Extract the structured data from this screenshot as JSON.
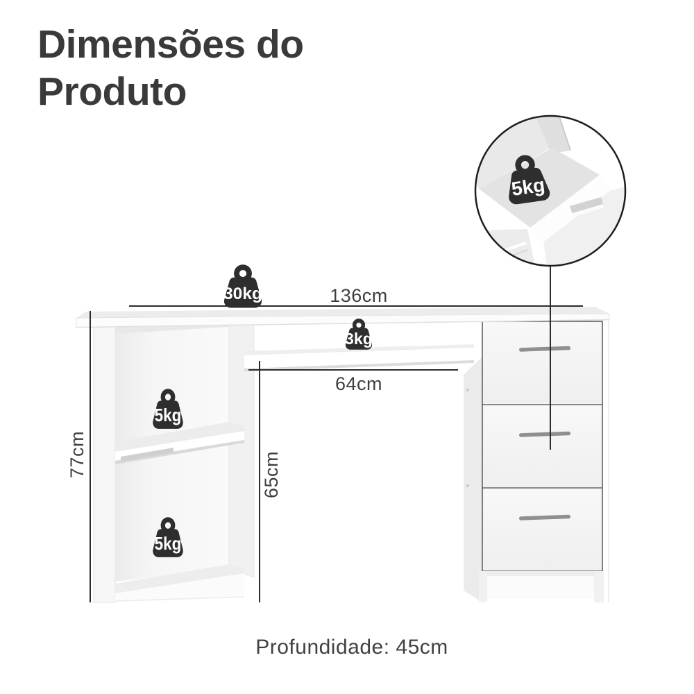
{
  "header": {
    "title": "Dimensões do Produto"
  },
  "diagram": {
    "dimensions": {
      "top_width": "136cm",
      "shelf_width": "64cm",
      "left_height": "77cm",
      "inner_height": "65cm",
      "depth": "Profundidade: 45cm"
    },
    "weight_capacities": {
      "desktop": "30kg",
      "keyboard_shelf": "3kg",
      "upper_shelf": "5kg",
      "lower_shelf": "5kg",
      "drawer": "5kg"
    }
  },
  "icons": {
    "weight": "kettlebell-weight-icon",
    "inset": "drawer-detail-magnifier-circle"
  },
  "colors": {
    "weight_icon": "#2e2e2e",
    "dimension_line": "#2b2b2b",
    "text": "#3a3a3a",
    "furniture": "#ffffff",
    "outline": "#4a4a4a"
  }
}
